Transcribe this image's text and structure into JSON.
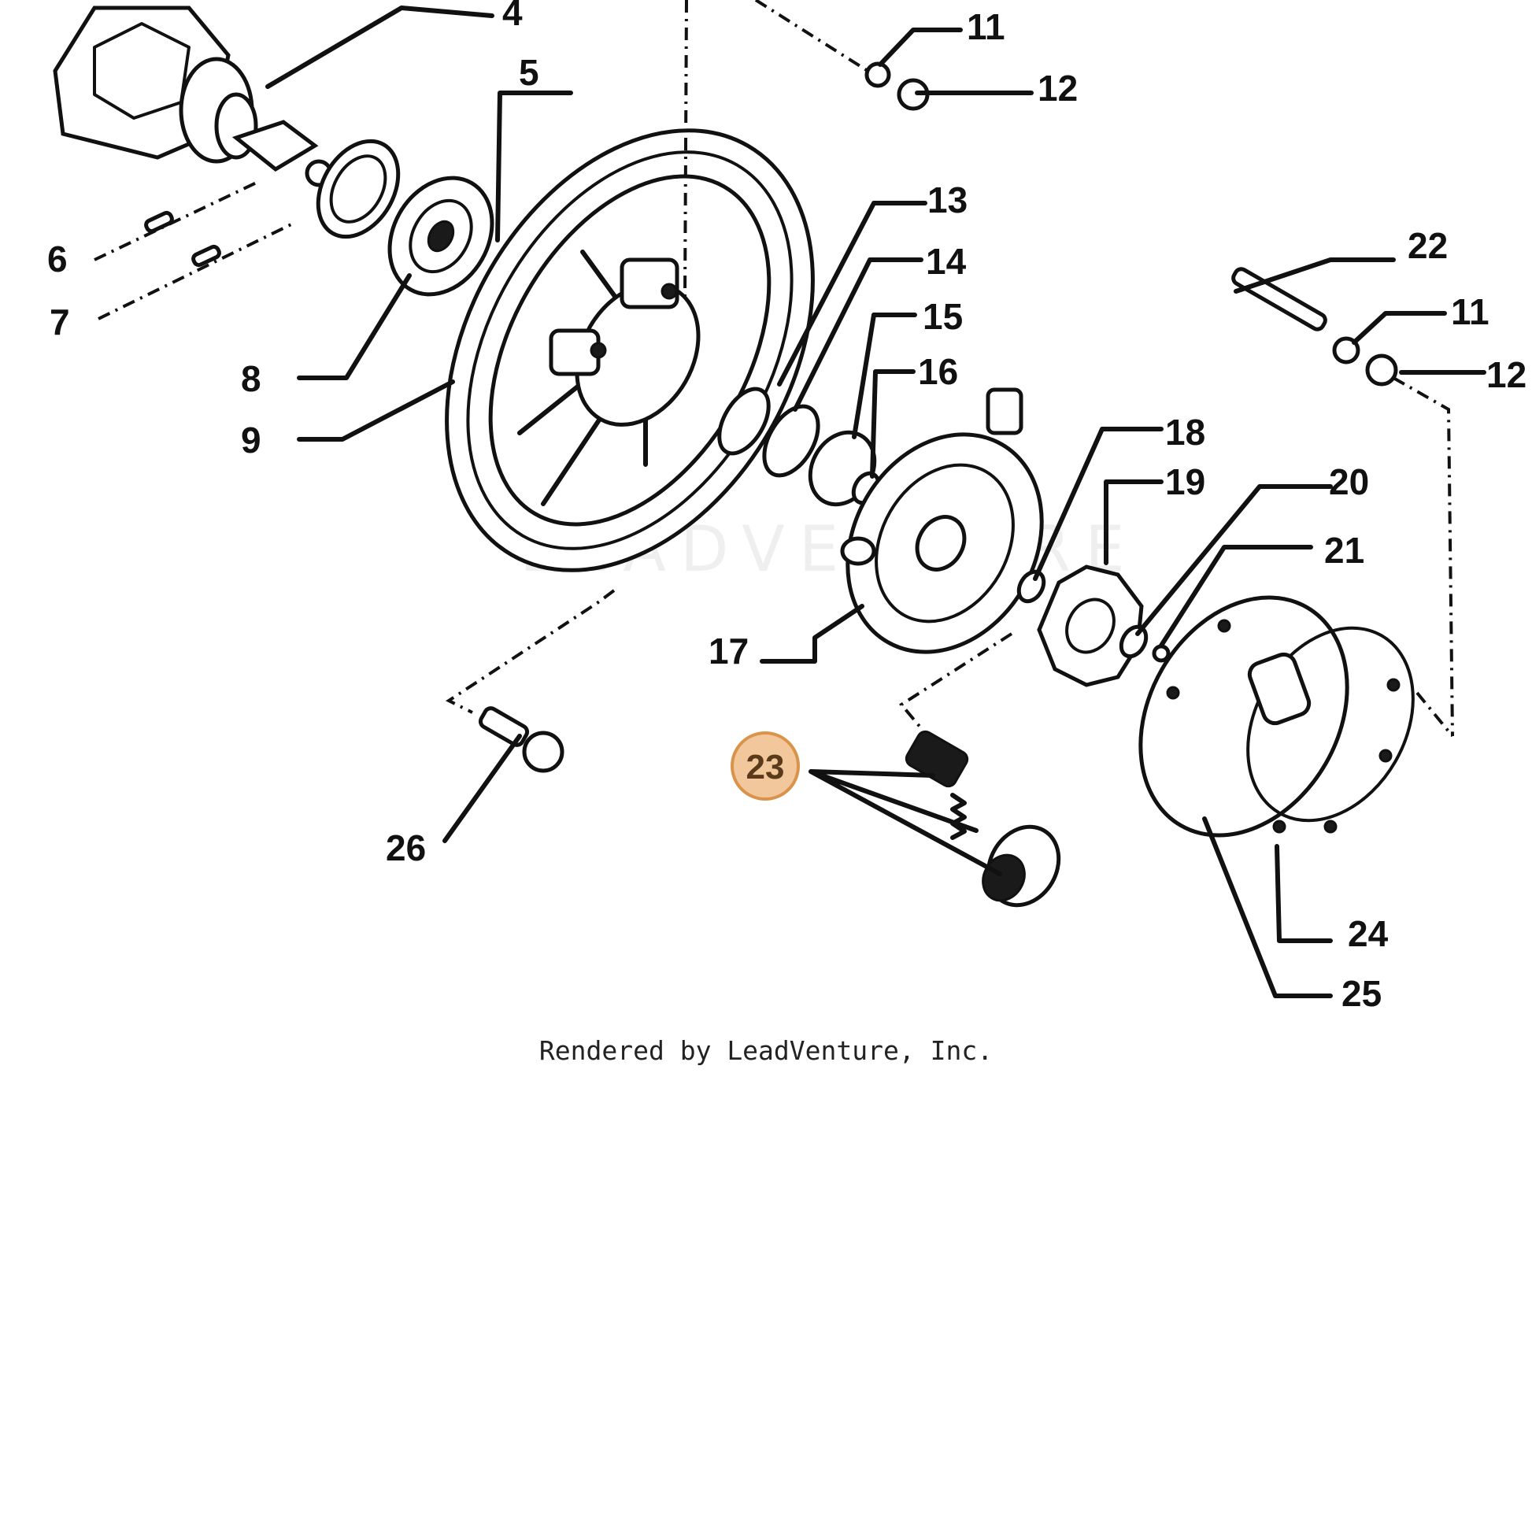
{
  "diagram": {
    "callouts": {
      "c4": "4",
      "c5": "5",
      "c6": "6",
      "c7": "7",
      "c8": "8",
      "c9": "9",
      "c11a": "11",
      "c12a": "12",
      "c13": "13",
      "c14": "14",
      "c15": "15",
      "c16": "16",
      "c17": "17",
      "c18": "18",
      "c19": "19",
      "c20": "20",
      "c21": "21",
      "c22": "22",
      "c11b": "11",
      "c12b": "12",
      "c24": "24",
      "c25": "25",
      "c26": "26"
    },
    "highlight": {
      "label": "23",
      "fill": "#F2C79B",
      "stroke": "#D9934B",
      "text_color": "#5A3A1A"
    },
    "watermark": "LEADVENTURE"
  },
  "footer": {
    "credit": "Rendered by LeadVenture, Inc."
  }
}
